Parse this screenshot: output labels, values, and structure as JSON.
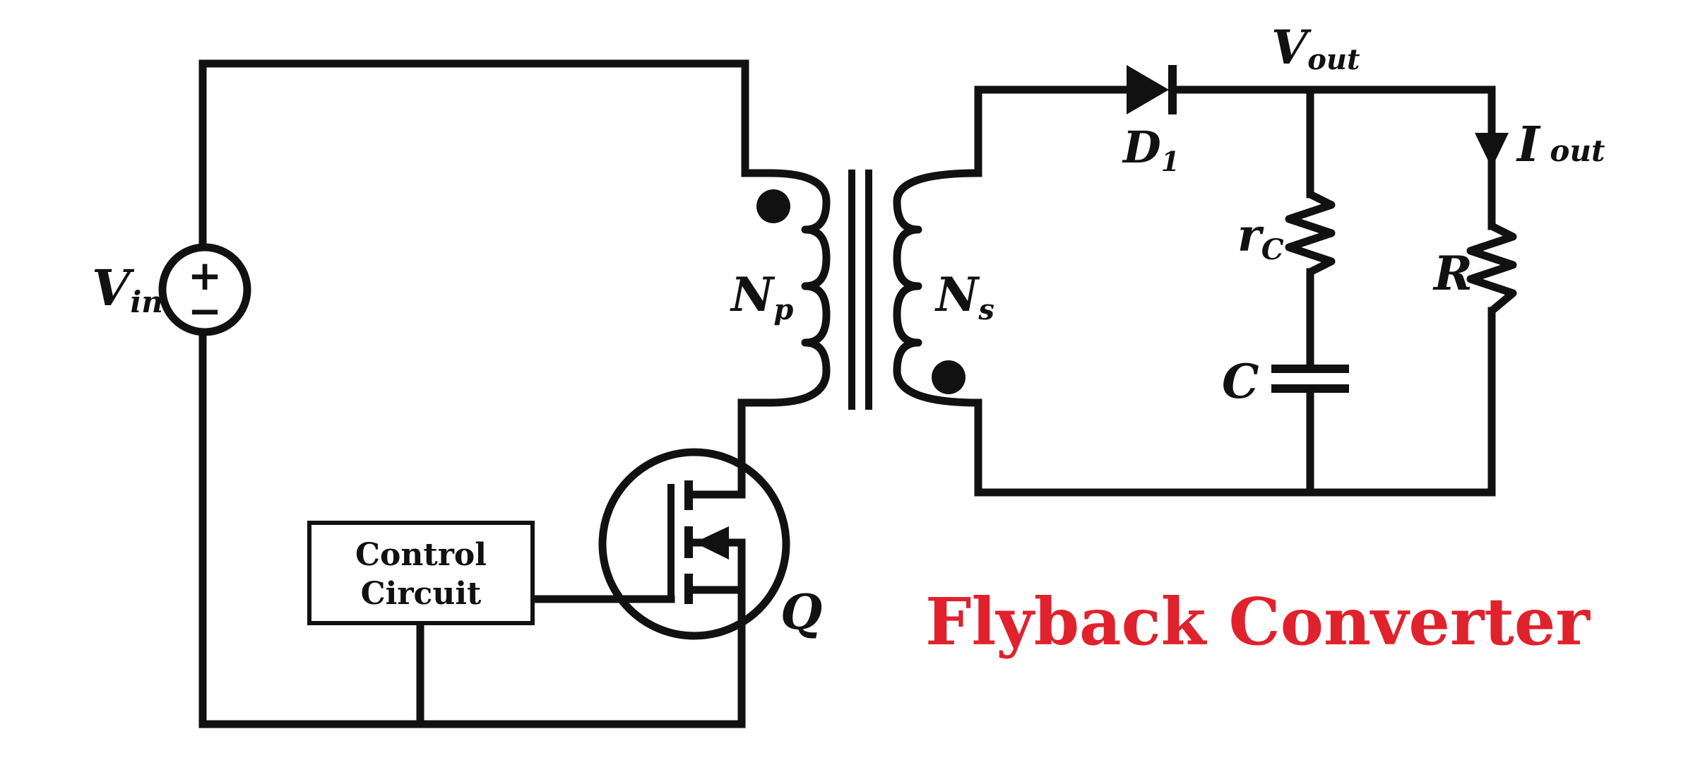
{
  "diagram": {
    "title": "Flyback Converter",
    "title_color": "#e0222d",
    "line_color": "#111111",
    "labels": {
      "vin": {
        "main": "V",
        "sub": "in"
      },
      "np": {
        "main": "N",
        "sub": "p"
      },
      "ns": {
        "main": "N",
        "sub": "s"
      },
      "d1": {
        "main": "D",
        "sub": "1"
      },
      "vout": {
        "main": "V",
        "sub": "out"
      },
      "iout": {
        "main": "I",
        "sub": " out"
      },
      "rc": {
        "main": "r",
        "sub": "C"
      },
      "r": "R",
      "c": "C",
      "q": "Q"
    },
    "control_box": {
      "line1": "Control",
      "line2": "Circuit"
    },
    "source_symbols": {
      "plus": "+",
      "minus": "−"
    }
  }
}
